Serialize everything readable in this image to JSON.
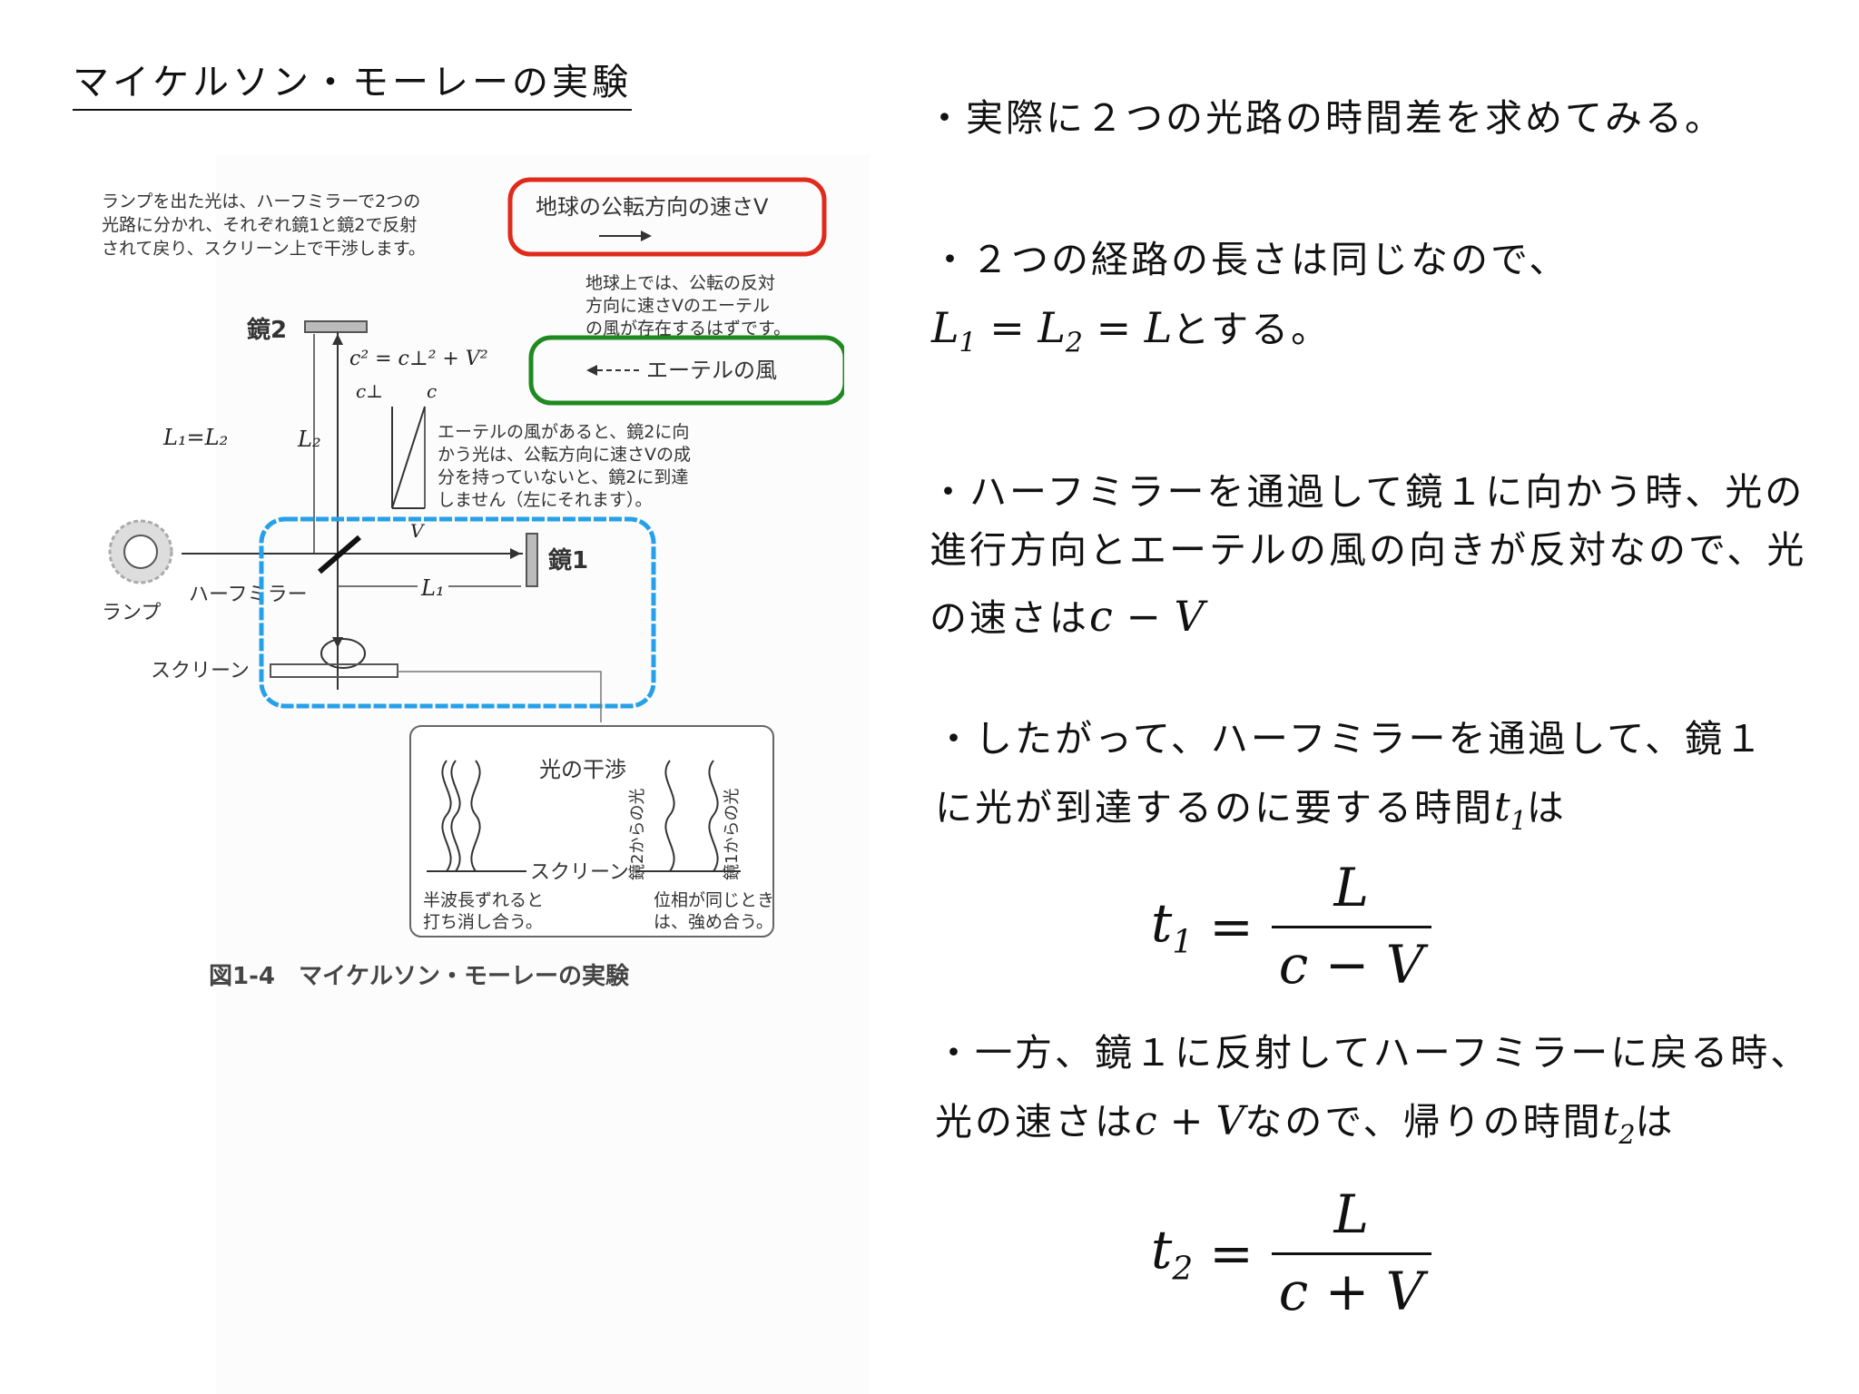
{
  "title": "マイケルソン・モーレーの実験",
  "figure": {
    "caption_text": "ランプを出た光は、ハーフミラーで2つの光路に分かれ、それぞれ鏡1と鏡2で反射されて戻り、スクリーン上で干渉します。",
    "caption_lines": [
      "ランプを出た光は、ハーフミラーで2つの",
      "光路に分かれ、それぞれ鏡1と鏡2で反射",
      "されて戻り、スクリーン上で干渉します。"
    ],
    "earth_velocity": "地球の公転方向の速さV",
    "earth_note_lines": [
      "地球上では、公転の反対",
      "方向に速さVのエーテル",
      "の風が存在するはずです。"
    ],
    "ether_wind": "エーテルの風",
    "mirror2": "鏡2",
    "mirror1": "鏡1",
    "lamp": "ランプ",
    "half_mirror": "ハーフミラー",
    "screen": "スクリーン",
    "l_equal": "L₁=L₂",
    "l2": "L₂",
    "l1": "L₁",
    "c_eq": "c² = c⊥² + V²",
    "c_perp": "c⊥",
    "c_label": "c",
    "v_label": "V",
    "wind_note_lines": [
      "エーテルの風があると、鏡2に向",
      "かう光は、公転方向に速さVの成",
      "分を持っていないと、鏡2に到達",
      "しません（左にそれます）。"
    ],
    "interference": "光の干渉",
    "from_mirror2": "鏡2からの光",
    "from_mirror1": "鏡1からの光",
    "screen_inset": "スクリーン",
    "cancel_lines": [
      "半波長ずれると",
      "打ち消し合う。"
    ],
    "reinforce_lines": [
      "位相が同じとき",
      "は、強め合う。"
    ],
    "fig_caption": "図1-4　マイケルソン・モーレーの実験",
    "colors": {
      "earth_box": "#e02a1a",
      "wind_box": "#1f8a1f",
      "apparatus_box": "#26a0e8"
    }
  },
  "right": {
    "p1": "・実際に２つの光路の時間差を求めてみる。",
    "p2_line1": "・２つの経路の長さは同じなので、",
    "p2_math": "L1 = L2 = L",
    "p2_line2_tail": "とする。",
    "p3_line1": "・ハーフミラーを通過して鏡１に向かう時、光の",
    "p3_line2": "進行方向とエーテルの風の向きが反対なので、光",
    "p3_line3_head": "の速さは",
    "p3_math": "c − V",
    "p4_line1": "・したがって、ハーフミラーを通過して、鏡１",
    "p4_line2_head": "に光が到達するのに要する時間",
    "p4_line2_tail": "は",
    "t1_eq": "t1 = L / (c − V)",
    "p5_line1": "・一方、鏡１に反射してハーフミラーに戻る時、",
    "p5_line2_head": "光の速さは",
    "p5_math": "c + V",
    "p5_line2_mid": "なので、帰りの時間",
    "p5_line2_tail": "は",
    "t2_eq": "t2 = L / (c + V)"
  }
}
